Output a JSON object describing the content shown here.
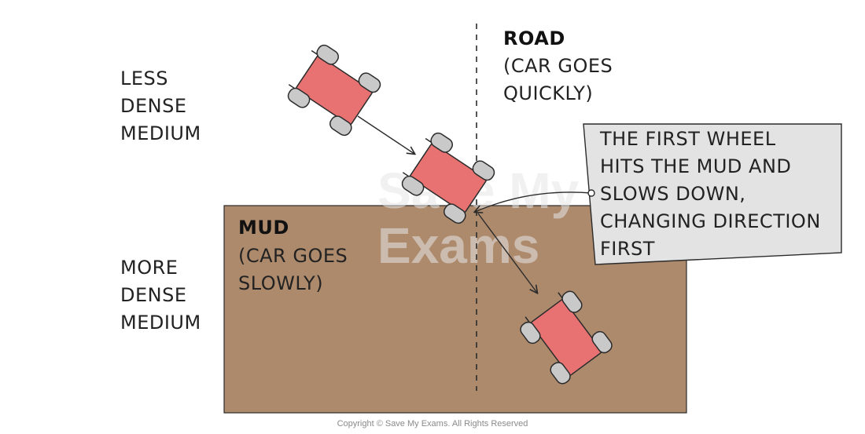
{
  "diagram": {
    "less_dense_label": [
      "LESS",
      "DENSE",
      "MEDIUM"
    ],
    "more_dense_label": [
      "MORE",
      "DENSE",
      "MEDIUM"
    ],
    "road_title": "ROAD",
    "road_desc": [
      "(CAR GOES",
      "QUICKLY)"
    ],
    "mud_title": "MUD",
    "mud_desc": [
      "(CAR GOES",
      "SLOWLY)"
    ],
    "callout": [
      "THE FIRST WHEEL",
      "HITS THE MUD AND",
      "SLOWS DOWN,",
      "CHANGING DIRECTION",
      "FIRST"
    ],
    "watermark": [
      "Save My",
      "Exams"
    ],
    "copyright": "Copyright © Save My Exams. All Rights Reserved"
  },
  "colors": {
    "mud": "#ad8a6c",
    "car": "#e87272",
    "wheel": "#c9c9c9",
    "callout_bg": "#e3e3e3",
    "outline": "#2b2b2b"
  },
  "icons": {
    "car": "car-top-view-icon"
  }
}
